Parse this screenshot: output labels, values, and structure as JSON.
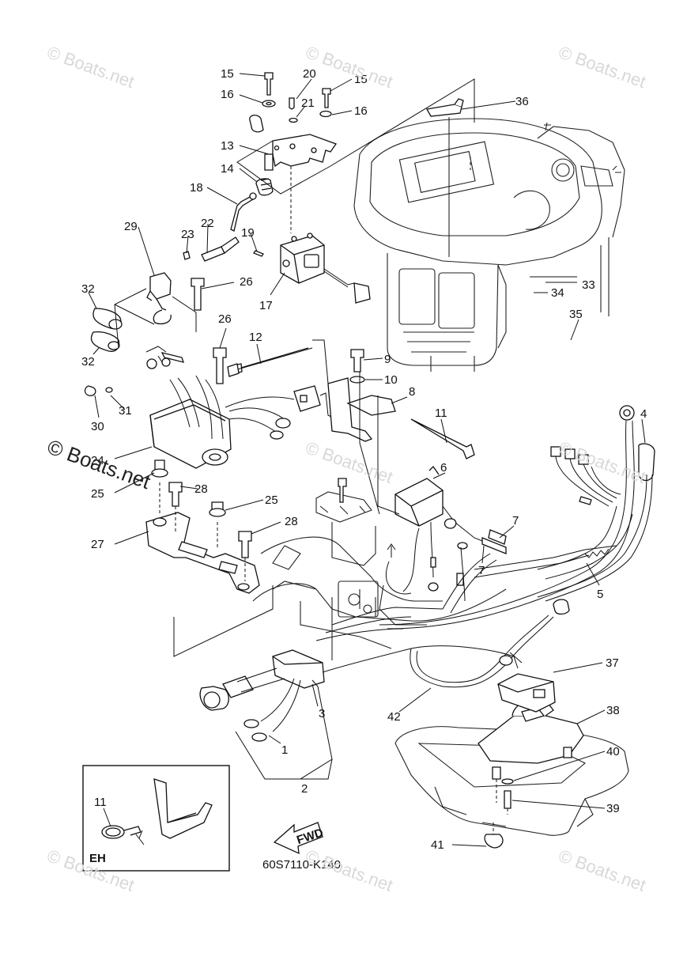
{
  "watermark": "© Boats.net",
  "diagram_code": "60S7110-K140",
  "fwd_label": "FWD",
  "inset_label": "EH",
  "callouts": [
    "15",
    "20",
    "15",
    "16",
    "21",
    "16",
    "36",
    "13",
    "14",
    "18",
    "22",
    "23",
    "19",
    "29",
    "26",
    "17",
    "33",
    "34",
    "32",
    "32",
    "35",
    "26",
    "12",
    "9",
    "10",
    "8",
    "30",
    "31",
    "11",
    "24",
    "4",
    "6",
    "25",
    "28",
    "25",
    "28",
    "27",
    "7",
    "7",
    "5",
    "37",
    "3",
    "42",
    "1",
    "2",
    "38",
    "40",
    "39",
    "11",
    "41"
  ]
}
